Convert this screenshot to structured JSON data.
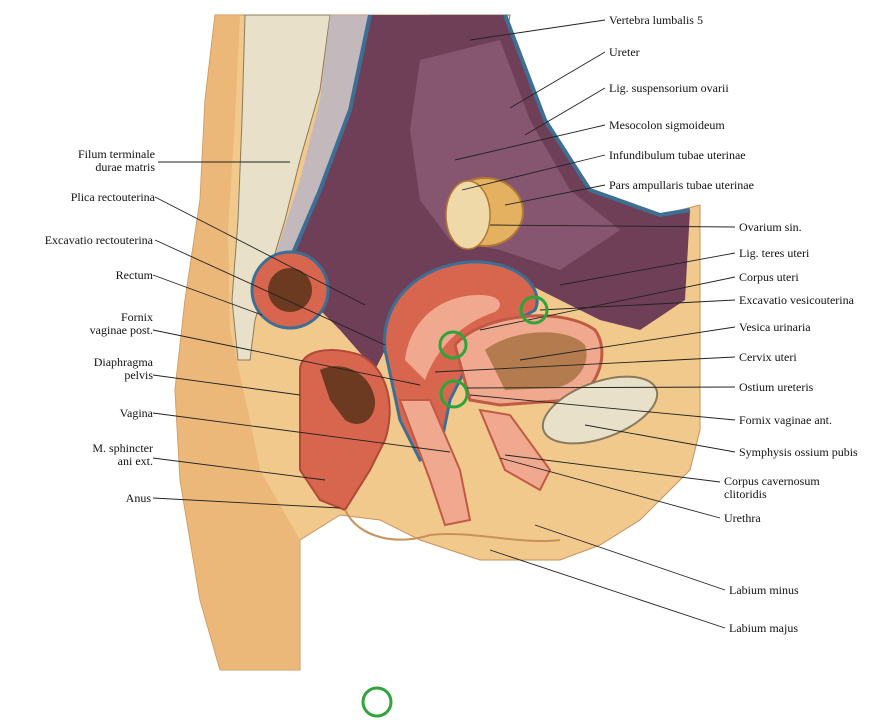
{
  "labels_left": [
    "Filum terminale\ndurae matris",
    "Plica rectouterina",
    "Excavatio rectouterina",
    "Rectum",
    "Fornix\nvaginae post.",
    "Diaphragma\npelvis",
    "Vagina",
    "M. sphincter\nani ext.",
    "Anus"
  ],
  "labels_right": [
    "Vertebra lumbalis 5",
    "Ureter",
    "Lig. suspensorium ovarii",
    "Mesocolon sigmoideum",
    "Infundibulum tubae uterinae",
    "Pars ampullaris tubae uterinae",
    "Ovarium sin.",
    "Lig. teres uteri",
    "Corpus uteri",
    "Excavatio vesicouterina",
    "Vesica urinaria",
    "Cervix uteri",
    "Ostium ureteris",
    "Fornix vaginae ant.",
    "Symphysis ossium pubis",
    "Corpus cavernosum\nclitoridis",
    "Urethra",
    "Labium minus",
    "Labium majus"
  ],
  "colors": {
    "skin": "#f2c98c",
    "skin_dark": "#e0a964",
    "cavity": "#6e3f57",
    "cavity_light": "#9a6a86",
    "peritoneum": "#3d6f95",
    "muscle": "#d8664e",
    "muscle_light": "#f0a98f",
    "bone": "#e8e0c8",
    "lumen": "#6b3a20",
    "marker": "#2fa43a"
  },
  "markers": [
    "marker-1",
    "marker-2",
    "marker-3",
    "marker-4"
  ]
}
